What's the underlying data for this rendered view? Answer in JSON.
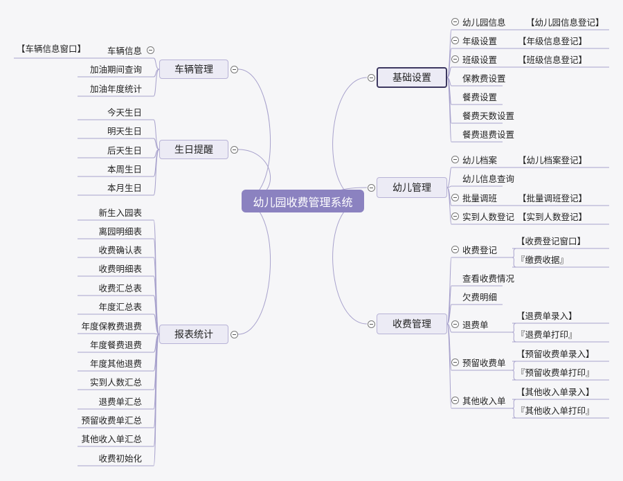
{
  "root": {
    "label": "幼儿园收费管理系统"
  },
  "branches": {
    "basic": {
      "label": "基础设置",
      "items": [
        {
          "label": "幼儿园信息",
          "sub": [
            "【幼儿园信息登记】"
          ]
        },
        {
          "label": "年级设置",
          "sub": [
            "【年级信息登记】"
          ]
        },
        {
          "label": "班级设置",
          "sub": [
            "【班级信息登记】"
          ]
        },
        {
          "label": "保教费设置"
        },
        {
          "label": "餐费设置"
        },
        {
          "label": "餐费天数设置"
        },
        {
          "label": "餐费退费设置"
        }
      ]
    },
    "child": {
      "label": "幼儿管理",
      "items": [
        {
          "label": "幼儿档案",
          "sub": [
            "【幼儿档案登记】"
          ]
        },
        {
          "label": "幼儿信息查询"
        },
        {
          "label": "批量调班",
          "sub": [
            "【批量调班登记】"
          ]
        },
        {
          "label": "实到人数登记",
          "sub": [
            "【实到人数登记】"
          ]
        }
      ]
    },
    "fee": {
      "label": "收费管理",
      "items": [
        {
          "label": "收费登记",
          "sub": [
            "【收费登记窗口】",
            "『缴费收据』"
          ]
        },
        {
          "label": "查看收费情况"
        },
        {
          "label": "欠费明细"
        },
        {
          "label": "退费单",
          "sub": [
            "【退费单录入】",
            "『退费单打印』"
          ]
        },
        {
          "label": "预留收费单",
          "sub": [
            "【预留收费单录入】",
            "『预留收费单打印』"
          ]
        },
        {
          "label": "其他收入单",
          "sub": [
            "【其他收入单录入】",
            "『其他收入单打印』"
          ]
        }
      ]
    },
    "vehicle": {
      "label": "车辆管理",
      "items": [
        {
          "label": "车辆信息",
          "sub": [
            "【车辆信息窗口】"
          ]
        },
        {
          "label": "加油期间查询"
        },
        {
          "label": "加油年度统计"
        }
      ]
    },
    "birthday": {
      "label": "生日提醒",
      "items": [
        {
          "label": "今天生日"
        },
        {
          "label": "明天生日"
        },
        {
          "label": "后天生日"
        },
        {
          "label": "本周生日"
        },
        {
          "label": "本月生日"
        }
      ]
    },
    "report": {
      "label": "报表统计",
      "items": [
        {
          "label": "新生入园表"
        },
        {
          "label": "离园明细表"
        },
        {
          "label": "收费确认表"
        },
        {
          "label": "收费明细表"
        },
        {
          "label": "收费汇总表"
        },
        {
          "label": "年度汇总表"
        },
        {
          "label": "年度保教费退费"
        },
        {
          "label": "年度餐费退费"
        },
        {
          "label": "年度其他退费"
        },
        {
          "label": "实到人数汇总"
        },
        {
          "label": "退费单汇总"
        },
        {
          "label": "预留收费单汇总"
        },
        {
          "label": "其他收入单汇总"
        },
        {
          "label": "收费初始化"
        }
      ]
    }
  },
  "colors": {
    "line": "#a7a1cc",
    "root": "#8b82c0",
    "branch_fill": "#ecebf5",
    "underline": "#a7a1cc"
  }
}
